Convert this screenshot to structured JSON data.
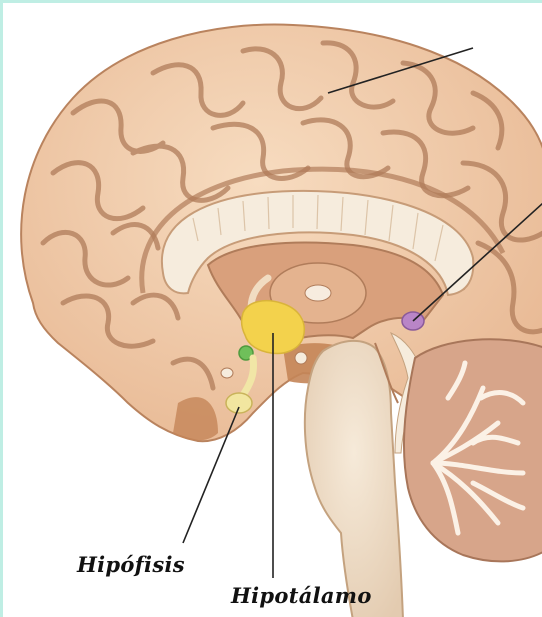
{
  "labels": {
    "hipofisis": "Hipófisis",
    "hipotalamo": "Hipotálamo"
  },
  "colors": {
    "background": "#ffffff",
    "frame": "#bfeee4",
    "cortex": "#f1c9a4",
    "sulcus": "#b07c5a",
    "corpus_callosum": "#f6ecdd",
    "diencephalon": "#d9a07c",
    "deep_structures": "#c48558",
    "hypothalamus": "#f3d24c",
    "optic_chiasm": "#6fbf5a",
    "pineal_gland": "#b985c7",
    "brainstem": "#f2e2cf",
    "cerebellum_gray": "#d7a58a",
    "cerebellum_white": "#fbf1e6",
    "leader_lines": "#222222"
  },
  "icons": {
    "hypothalamus": "hypothalamus-highlight",
    "pituitary": "pituitary-gland",
    "pineal": "pineal-gland"
  }
}
